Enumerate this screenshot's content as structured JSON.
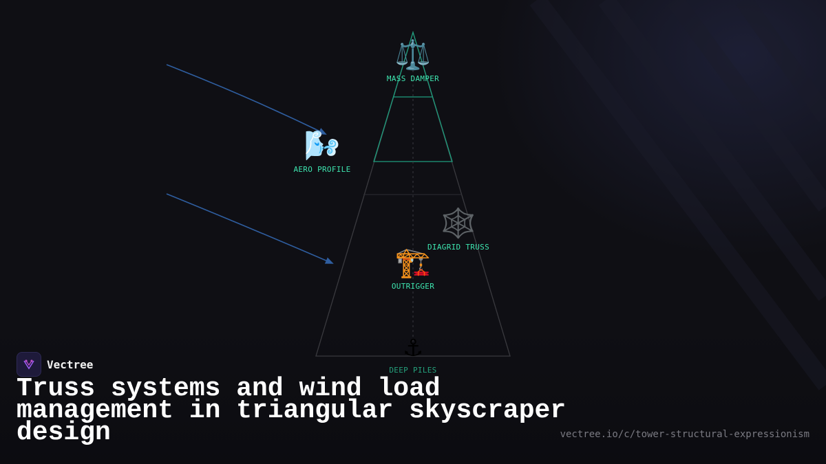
{
  "colors": {
    "background": "#0f0f14",
    "accent": "#3ee6b0",
    "accent_dim": "#25a17c",
    "tower_outline": "#3a3a3f",
    "upper_outline": "#1f9e7e",
    "wind_arrow": "#2f5ea0",
    "headline": "#ffffff",
    "url": "#7a7a82"
  },
  "diagram": {
    "nodes": [
      {
        "id": "mass-damper",
        "icon_name": "balance-scale-icon",
        "icon": "⚖️",
        "label": "MASS DAMPER",
        "color": "#3ee6b0"
      },
      {
        "id": "aero-profile",
        "icon_name": "wind-gust-icon",
        "icon": "🌬️",
        "label": "AERO PROFILE",
        "color": "#3ee6b0"
      },
      {
        "id": "diagrid-truss",
        "icon_name": "spider-web-icon",
        "icon": "🕸️",
        "label": "DIAGRID TRUSS",
        "color": "#3ee6b0"
      },
      {
        "id": "outrigger",
        "icon_name": "construction-crane-icon",
        "icon": "🏗️",
        "label": "OUTRIGGER",
        "color": "#3ee6b0"
      },
      {
        "id": "deep-piles",
        "icon_name": "anchor-icon",
        "icon": "⚓",
        "label": "DEEP PILES",
        "color": "#25a17c"
      }
    ]
  },
  "brand": {
    "name": "Vectree",
    "logo_icon": "vectree-logo-icon"
  },
  "headline": "Truss systems and wind load management in triangular skyscraper design",
  "url": "vectree.io/c/tower-structural-expressionism"
}
